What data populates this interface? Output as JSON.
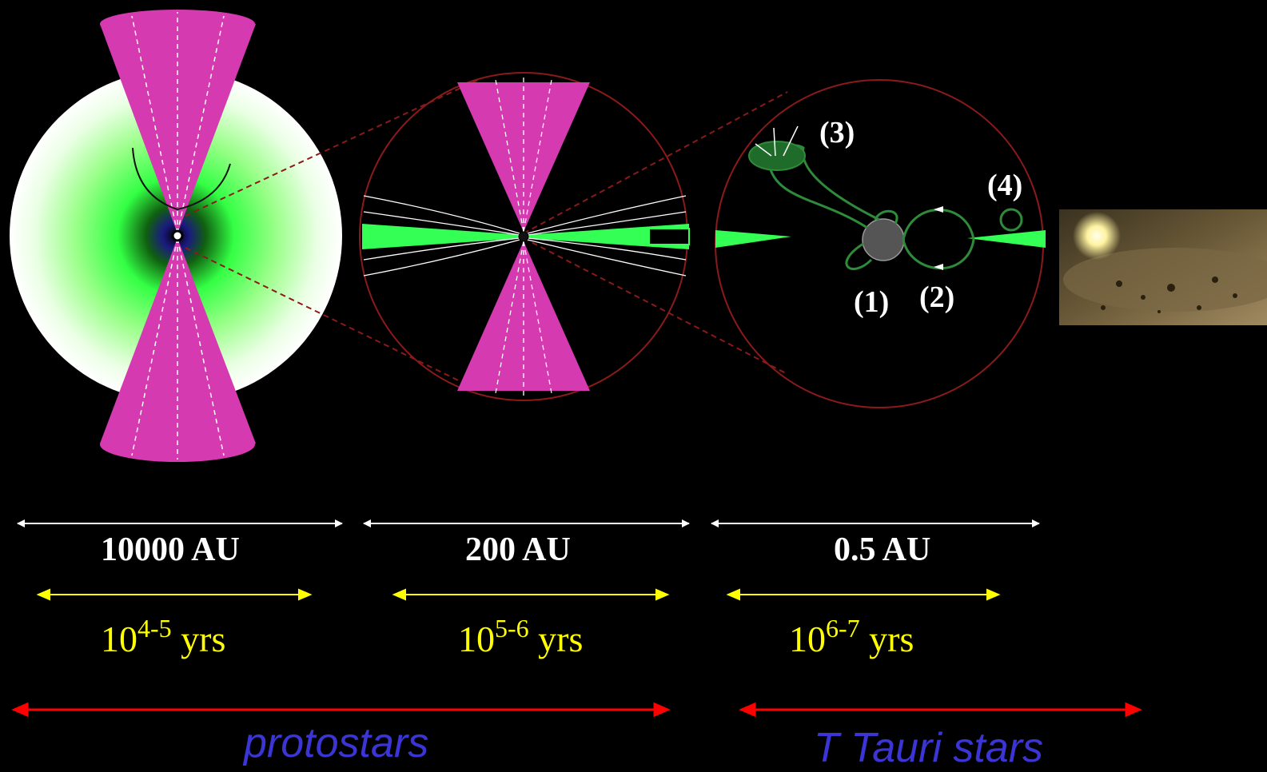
{
  "scales": [
    {
      "size": "10000 AU",
      "time_base": "10",
      "time_exp": "4-5",
      "time_unit": " yrs"
    },
    {
      "size": "200 AU",
      "time_base": "10",
      "time_exp": "5-6",
      "time_unit": " yrs"
    },
    {
      "size": "0.5 AU",
      "time_base": "10",
      "time_exp": "6-7",
      "time_unit": " yrs"
    }
  ],
  "stages": {
    "protostars": "protostars",
    "t_tauri": "T Tauri stars"
  },
  "process_labels": [
    "(1)",
    "(2)",
    "(3)",
    "(4)"
  ],
  "colors": {
    "background": "#000000",
    "outflow": "#d63ab0",
    "disk": "#33ff55",
    "size_arrow": "#ffffff",
    "time_arrow": "#ffff00",
    "stage_arrow": "#ff0000",
    "stage_text": "#3b35d6",
    "zoom_line": "#8b1a1a"
  }
}
